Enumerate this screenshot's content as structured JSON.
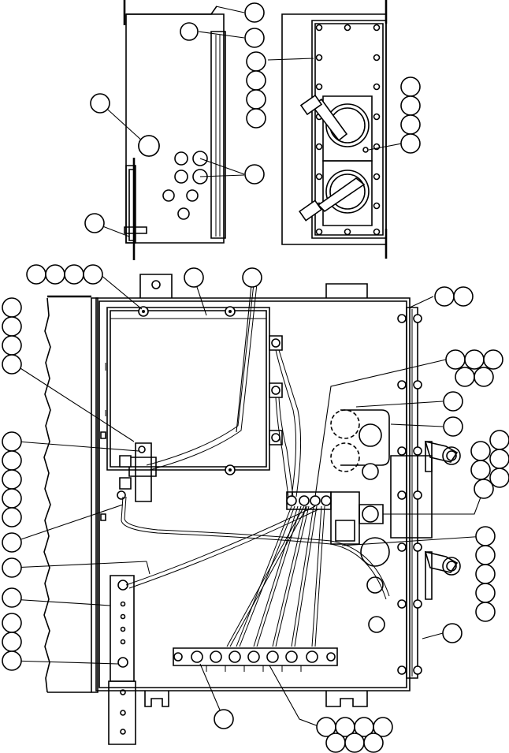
{
  "drawing": {
    "views": [
      "side-view",
      "cover-plate-view",
      "panel-interior-view"
    ],
    "callout_bubble_count": 76,
    "callout_labels": []
  },
  "colors": {
    "line": "#000000",
    "background": "#ffffff"
  }
}
